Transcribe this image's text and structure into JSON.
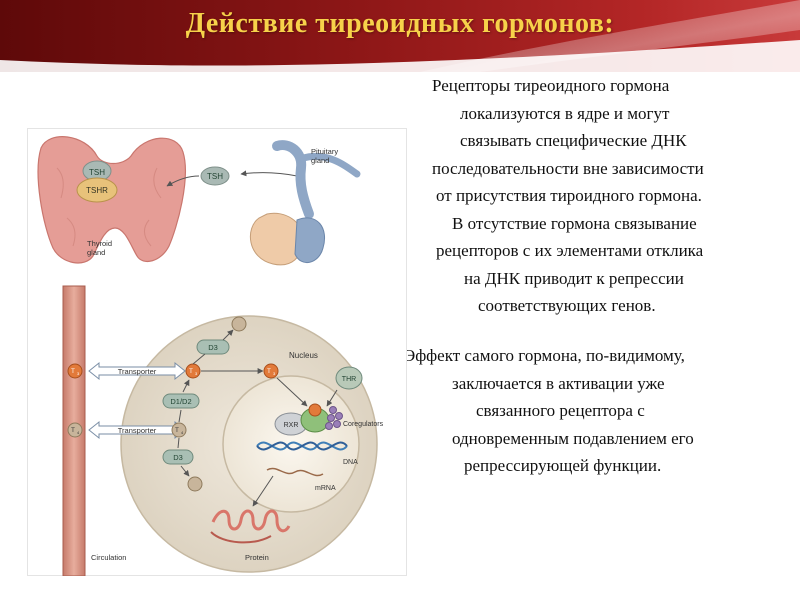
{
  "slide": {
    "title": "Действие тиреоидных гормонов:",
    "colors": {
      "title_text": "#f7d24a",
      "band_dark": "#6e0c0c",
      "band_light": "#b52424",
      "body_text": "#111111"
    }
  },
  "paragraph_1": {
    "lines": [
      "Рецепторы тиреоидного гормона",
      "локализуются в ядре и могут",
      "связывать специфические ДНК",
      "последовательности  вне зависимости",
      "от присутствия тироидного гормона.",
      "В отсутствие гормона связывание",
      "рецепторов с их элементами отклика",
      "на ДНК приводит к репрессии",
      "соответствующих генов."
    ]
  },
  "paragraph_2": {
    "lines": [
      "Эффект самого гормона, по-видимому,",
      "заключается в активации уже",
      "связанного рецептора с",
      "одновременным подавлением его",
      "репрессирующей функции."
    ]
  },
  "figure": {
    "labels": {
      "tsh_gland": "TSH",
      "tshr": "TSHR",
      "tsh_arrow": "TSH",
      "pituitary": [
        "Pituitary",
        "gland"
      ],
      "thyroid": [
        "Thyroid",
        "gland"
      ],
      "t3_upper": "T",
      "t3_sub": "3",
      "t4": "T",
      "t4_sub": "4",
      "transporter_1": "Transporter",
      "transporter_2": "Transporter",
      "d3_top": "D3",
      "d1_d2": "D1/D2",
      "d3_bottom": "D3",
      "nucleus": "Nucleus",
      "thr": "THR",
      "rxr": "RXR",
      "coregulators": "Coregulators",
      "dna": "DNA",
      "mrna": "mRNA",
      "protein": "Protein",
      "circulation": "Circulation"
    }
  }
}
